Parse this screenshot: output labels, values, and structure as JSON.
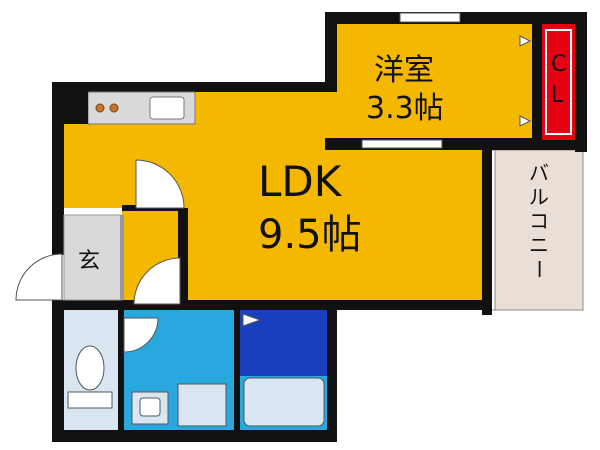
{
  "rooms": {
    "bedroom": {
      "name": "洋室",
      "size": "3.3帖"
    },
    "ldk": {
      "name": "LDK",
      "size": "9.5帖"
    },
    "closet": {
      "name": "CL"
    },
    "entrance": {
      "name": "玄"
    },
    "balcony": {
      "name": "バルコニー"
    }
  },
  "colors": {
    "wall": "#111111",
    "ldk_floor": "#f5b800",
    "bedroom_floor": "#f5b800",
    "closet": "#e60012",
    "entrance_floor": "#d9d9d9",
    "toilet_floor": "#d9e6f2",
    "washroom_floor": "#29a8e0",
    "bath_floor": "#1a3fbf",
    "balcony_floor": "#eadfd6"
  }
}
